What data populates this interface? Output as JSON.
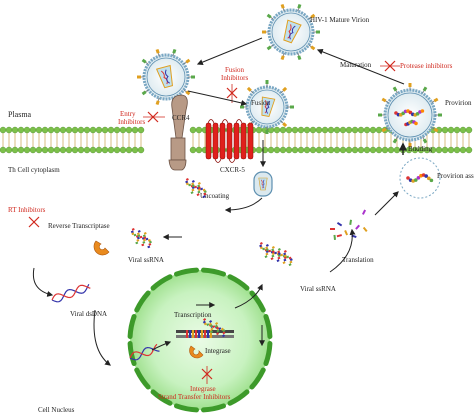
{
  "labels": {
    "mature_virion": "HIV-1 Mature Virion",
    "maturation": "Maturation",
    "protease_inhibitors": "Protease inhibitors",
    "fusion_inhibitors_line1": "Fusion",
    "fusion_inhibitors_line2": "Inhibitors",
    "fusion": "Fusion",
    "entry_inhibitors_line1": "Entry",
    "entry_inhibitors_line2": "Inhibitors",
    "plasma": "Plasma",
    "ccr4": "CCR4",
    "cxcr5": "CXCR-5",
    "cytoplasm": "Th Cell cytoplasm",
    "provirion": "Provirion",
    "budding": "Budding",
    "provirion_assembly": "Provirion ass",
    "uncoating": "Uncoating",
    "rt_inhibitors": "RT Inhibitors",
    "reverse_transcriptase": "Reverse Transcriptase",
    "viral_ssrna_left": "Viral ssRNA",
    "viral_dsdna": "Viral dsDNA",
    "transcription": "Transcription",
    "translation": "Translation",
    "viral_ssrna_right": "Viral ssRNA",
    "integrase": "Integrase",
    "integrase_inhibitors_line1": "Integrase",
    "integrase_inhibitors_line2": "Strand Transfer Inhibitors",
    "cell_nucleus": "Cell Nucleus"
  },
  "colors": {
    "membrane_head": "#7cc04a",
    "membrane_tail": "#c9a24a",
    "virion_fill": "#dbe9ef",
    "virion_ring": "#7aa7c3",
    "capsid": "#bfe0ee",
    "receptor_red": "#e0201c",
    "ccr4_tan": "#b89a86",
    "nucleus_inner": "#c8f2c0",
    "inhibitor_red": "#d0281e"
  }
}
